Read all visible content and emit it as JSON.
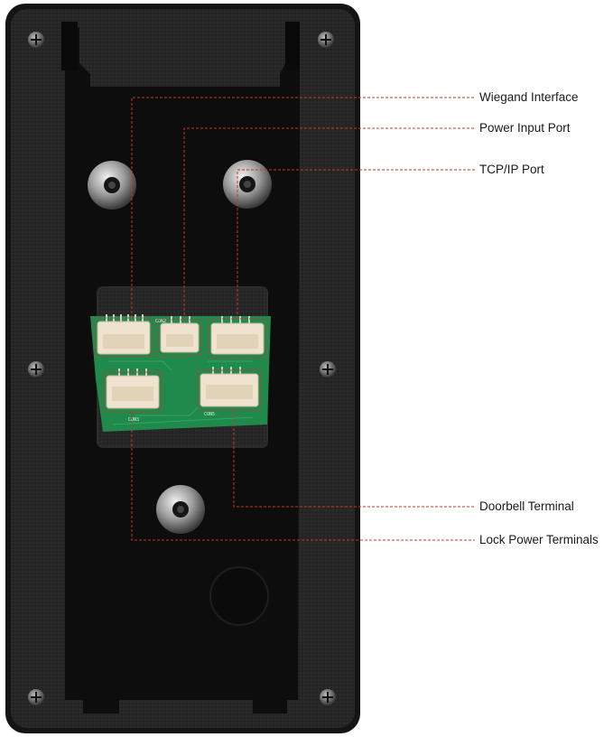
{
  "callouts": [
    {
      "id": "wiegand",
      "label": "Wiegand Interface"
    },
    {
      "id": "power-input",
      "label": "Power Input Port"
    },
    {
      "id": "tcp-ip",
      "label": "TCP/IP Port"
    },
    {
      "id": "doorbell",
      "label": "Doorbell Terminal"
    },
    {
      "id": "lock-power",
      "label": "Lock Power Terminals"
    }
  ],
  "pcb_labels": {
    "con2": "CON2",
    "con3": "CON3",
    "con5": "CON5"
  },
  "colors": {
    "leader_line": "#c0392b",
    "housing": "#1c1c1c",
    "plate": "#111111",
    "pcb": "#1f8a4c",
    "connector": "#efe3cf"
  }
}
